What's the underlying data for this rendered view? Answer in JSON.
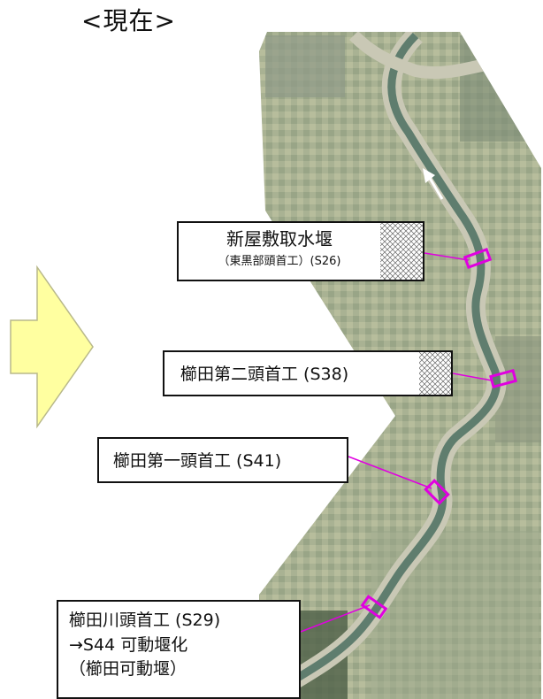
{
  "title": "<現在>",
  "callouts": {
    "c1": {
      "main": "新屋敷取水堰",
      "sub": "（東黒部頭首工）(S26)"
    },
    "c2": {
      "main": "櫛田第二頭首工 (S38)"
    },
    "c3": {
      "main": "櫛田第一頭首工 (S41)"
    },
    "c4": {
      "line1": "櫛田川頭首工 (S29)",
      "line2": "→S44 可動堰化",
      "line3": "（櫛田可動堰）"
    }
  },
  "colors": {
    "arrow_fill": "#ffffa0",
    "arrow_stroke": "#b8b88a",
    "marker": "#e000e0",
    "land_light": "#a8b090",
    "land_dark": "#6b7860",
    "river": "#5f7d6e",
    "sand": "#c9c8b5"
  }
}
